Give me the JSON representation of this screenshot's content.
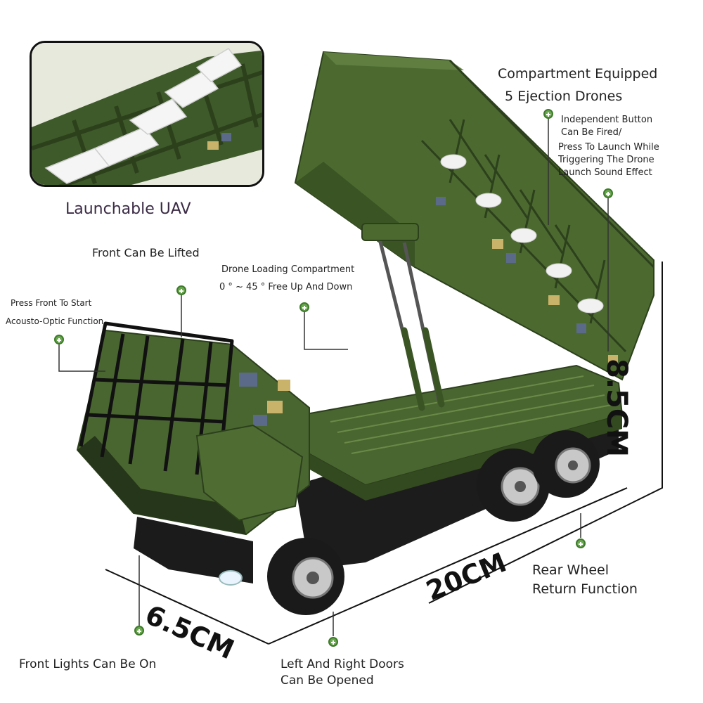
{
  "inset": {
    "caption": "Launchable UAV"
  },
  "callouts": {
    "compartment_line1": "Compartment Equipped",
    "compartment_line2": "5 Ejection Drones",
    "button_line1": "Independent Button",
    "button_line2": "Can Be Fired/",
    "launch_line1": "Press To Launch While",
    "launch_line2": "Triggering The Drone",
    "launch_line3": "Launch Sound Effect",
    "front_lifted": "Front Can Be Lifted",
    "loading_line1": "Drone Loading Compartment",
    "loading_line2": "0 ° ~ 45 ° Free Up And Down",
    "press_front_line1": "Press Front To Start",
    "press_front_line2": "Acousto-Optic Function",
    "rear_line1": "Rear Wheel",
    "rear_line2": "Return Function",
    "front_lights": "Front Lights Can Be On",
    "doors_line1": "Left And Right Doors",
    "doors_line2": "Can Be Opened"
  },
  "dimensions": {
    "height": "8.5CM",
    "length": "20CM",
    "width": "6.5CM"
  },
  "colors": {
    "body_green": "#3f5a2a",
    "body_dark": "#2c401c",
    "chassis": "#1b1b1b",
    "marker": "#6aa84f",
    "camo_blue": "#5a6a88",
    "camo_tan": "#c9b36a"
  }
}
